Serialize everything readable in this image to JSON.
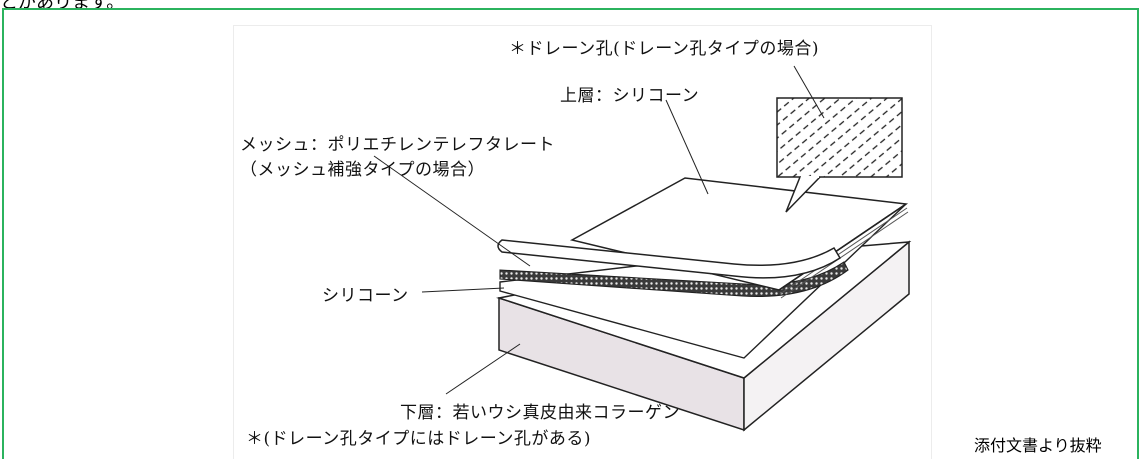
{
  "page": {
    "top_text": "とがあります。",
    "source_note": "添付文書より抜粋"
  },
  "figure": {
    "label_drain_hole": "＊ドレーン孔(ドレーン孔タイプの場合)",
    "label_upper_layer": "上層：シリコーン",
    "label_mesh": "メッシュ：ポリエチレンテレフタレート",
    "label_mesh_note": "（メッシュ補強タイプの場合）",
    "label_silicone": "シリコーン",
    "label_lower_layer": "下層：若いウシ真皮由来コラーゲン",
    "label_lower_note": "＊(ドレーン孔タイプにはドレーン孔がある)"
  }
}
